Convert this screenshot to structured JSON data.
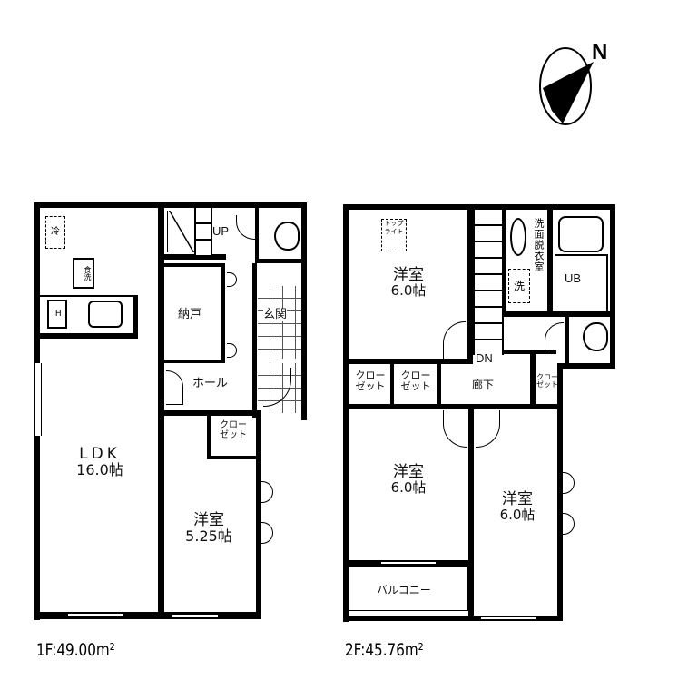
{
  "compass": {
    "label": "N",
    "icon": "north-compass-icon"
  },
  "floor1": {
    "area_label": "1F:49.00m²",
    "rooms": {
      "ldk": {
        "name": "LDK",
        "size": "16.0帖"
      },
      "western": {
        "name": "洋室",
        "size": "5.25帖"
      },
      "storage": {
        "name": "納戸"
      },
      "entrance": {
        "name": "玄関"
      },
      "hall": {
        "name": "ホール"
      },
      "closet": {
        "name": "クロー\nゼット",
        "line1": "クロー",
        "line2": "ゼット"
      },
      "stairs_up": {
        "label": "UP"
      },
      "fridge": {
        "label": "冷"
      },
      "dishwasher": {
        "label": "食洗"
      },
      "stove": {
        "label": "IH"
      }
    }
  },
  "floor2": {
    "area_label": "2F:45.76m²",
    "rooms": {
      "western_top": {
        "name": "洋室",
        "size": "6.0帖",
        "toplight": {
          "line1": "トップ",
          "line2": "ライト"
        }
      },
      "western_bottom_left": {
        "name": "洋室",
        "size": "6.0帖"
      },
      "western_bottom_right": {
        "name": "洋室",
        "size": "6.0帖"
      },
      "closet_1": {
        "line1": "クロー",
        "line2": "ゼット"
      },
      "closet_2": {
        "line1": "クロー",
        "line2": "ゼット"
      },
      "closet_3": {
        "line1": "クロー",
        "line2": "ゼット"
      },
      "corridor": {
        "name": "廊下"
      },
      "washroom": {
        "name": "洗面脱衣室"
      },
      "washer": {
        "label": "洗"
      },
      "bath": {
        "name": "UB"
      },
      "balcony": {
        "name": "バルコニー"
      },
      "stairs_down": {
        "label": "DN"
      }
    }
  }
}
